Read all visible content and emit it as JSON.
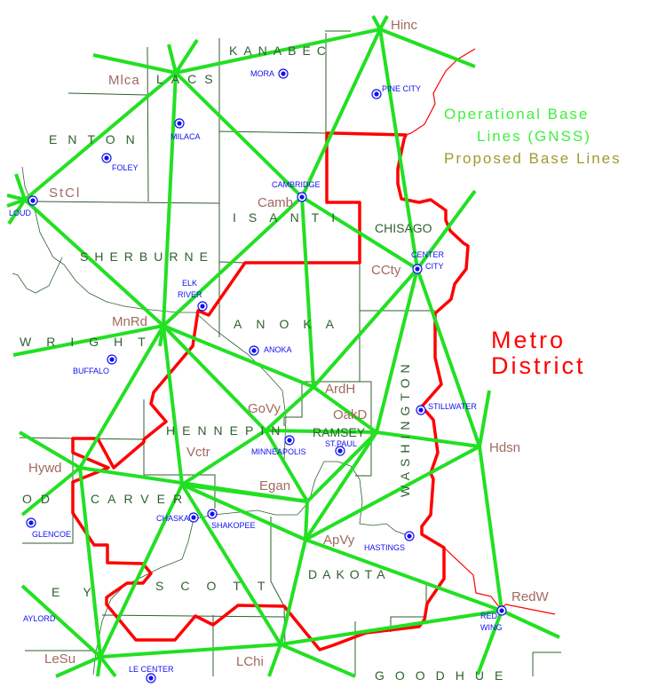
{
  "title": "Metro District",
  "legend": {
    "operational_line1": "Operational Base",
    "operational_line2": "Lines (GNSS)",
    "proposed": "Proposed Base Lines",
    "operational_color": "#22e022",
    "proposed_color": "#a09a30"
  },
  "district": {
    "line1": "Metro",
    "line2": "District",
    "color": "#ff0000"
  },
  "counties": {
    "kanabec": "KANABEC",
    "lacs": "LACS",
    "benton": "ENTON",
    "sherburne": "SHERBURNE",
    "isanti": "ISANTI",
    "chisago": "CHISAGO",
    "anoka": "ANOKA",
    "wright": "WRIGHT",
    "hennepin": "HENNEPIN",
    "ramsey": "RAMSEY",
    "washington": "WASHINGTON",
    "mcleod": "OD",
    "carver": "CARVER",
    "scott": "SCOTT",
    "dakota": "DAKOTA",
    "sibley": "EY",
    "goodhue": "GOODHUE"
  },
  "stations": {
    "hinc": "Hinc",
    "mlca": "Mlca",
    "stcl": "StCl",
    "camb": "Camb",
    "ccty": "CCty",
    "mnrd": "MnRd",
    "ardh": "ArdH",
    "govy": "GoVy",
    "oakd": "OakD",
    "hdsn": "Hdsn",
    "vctr": "Vctr",
    "hywd": "Hywd",
    "egan": "Egan",
    "apvy": "ApVy",
    "redw": "RedW",
    "lesu": "LeSu",
    "lchi": "LChi"
  },
  "cities": {
    "mora": "MORA",
    "pine_city": "PINE CITY",
    "milaca": "MILACA",
    "foley": "FOLEY",
    "cambridge": "CAMBRIDGE",
    "loud": "LOUD",
    "elk_river_1": "ELK",
    "elk_river_2": "RIVER",
    "center_city_1": "CENTER",
    "center_city_2": "CITY",
    "anoka": "ANOKA",
    "buffalo": "BUFFALO",
    "stillwater": "STILLWATER",
    "minneapolis": "MINNEAPOLIS",
    "st_paul": "ST.PAUL",
    "chaska": "CHASKA",
    "shakopee": "SHAKOPEE",
    "glencoe": "GLENCOE",
    "hastings": "HASTINGS",
    "aylord": "AYLORD",
    "le_center": "LE CENTER",
    "red_wing_1": "RED",
    "red_wing_2": "WING"
  }
}
